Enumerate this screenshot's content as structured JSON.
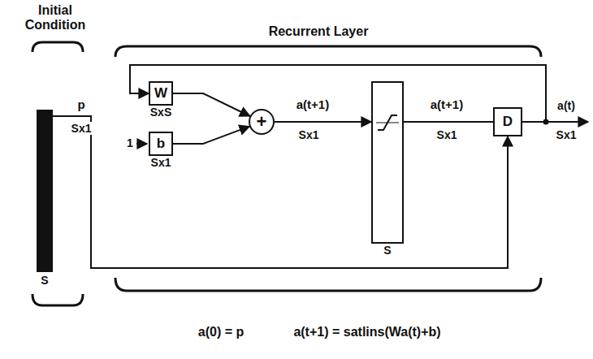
{
  "diagram": {
    "nodes": [
      {
        "text": [
          "S"
        ]
      },
      {
        "text": [
          "W",
          "SxS"
        ]
      },
      {
        "text": [
          "b",
          "Sx1"
        ]
      },
      {
        "text": [
          "+"
        ]
      },
      {
        "text": [
          "S"
        ]
      },
      {
        "text": [
          "D"
        ]
      }
    ],
    "edges": [
      {
        "from": 0,
        "to": 5,
        "arrow": "to",
        "label": "p"
      },
      {
        "from": 1,
        "to": 3,
        "arrow": "to"
      },
      {
        "from": 2,
        "to": 3,
        "arrow": "to"
      },
      {
        "from": 3,
        "to": 4,
        "arrow": "to",
        "label": "a(t+1)"
      },
      {
        "from": 4,
        "to": 5,
        "arrow": "none",
        "label": "a(t+1)"
      },
      {
        "from": 5,
        "to": 1,
        "arrow": "to"
      }
    ],
    "labels": [
      "Initial Condition",
      "Recurrent Layer",
      "Sx1",
      "1",
      "Sx1",
      "Sx1",
      "a(t)",
      "Sx1",
      "a(0) = p",
      "a(t+1) = satlins(Wa(t)+b)"
    ]
  }
}
